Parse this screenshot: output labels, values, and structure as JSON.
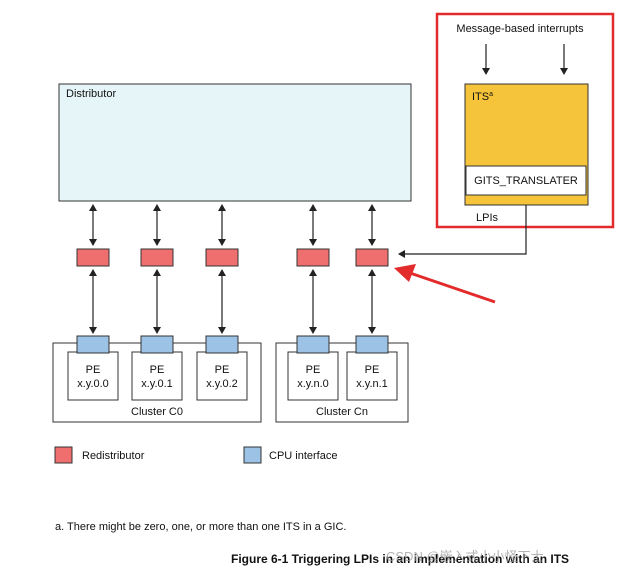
{
  "distributor": {
    "label": "Distributor"
  },
  "its_block": {
    "message_label": "Message-based interrupts",
    "its_label": "ITS",
    "its_sup": "a",
    "translater_label": "GITS_TRANSLATER",
    "lpis_label": "LPIs"
  },
  "clusters": [
    {
      "label": "Cluster C0",
      "pes": [
        {
          "name": "PE",
          "id": "x.y.0.0"
        },
        {
          "name": "PE",
          "id": "x.y.0.1"
        },
        {
          "name": "PE",
          "id": "x.y.0.2"
        }
      ]
    },
    {
      "label": "Cluster Cn",
      "pes": [
        {
          "name": "PE",
          "id": "x.y.n.0"
        },
        {
          "name": "PE",
          "id": "x.y.n.1"
        }
      ]
    }
  ],
  "legend": {
    "redistributor": "Redistributor",
    "cpu_interface": "CPU interface"
  },
  "footnote": "a. There might be zero, one, or more than one ITS in a GIC.",
  "caption": "Figure 6-1 Triggering LPIs in an implementation with an ITS",
  "watermark": "CSDN @嵌入式小小怪下士",
  "colors": {
    "distributor_fill": "#e6f6f8",
    "its_fill": "#f6c43a",
    "redistributor_fill": "#ef6f6f",
    "cpu_interface_fill": "#9cc3e6",
    "highlight_red": "#e32b2b",
    "line": "#222222"
  }
}
